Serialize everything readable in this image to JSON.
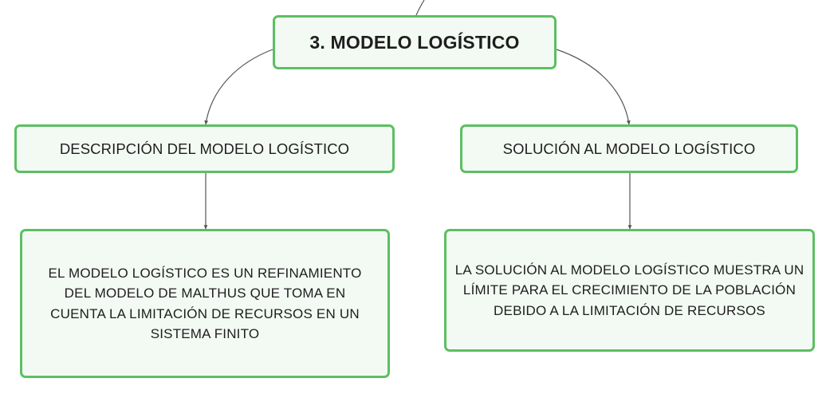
{
  "colors": {
    "node_border": "#5cbf62",
    "node_fill": "#f3faf4",
    "connector": "#555555",
    "text": "#1e1e1e"
  },
  "root": {
    "title": "3. MODELO LOGÍSTICO"
  },
  "branches": [
    {
      "label": "DESCRIPCIÓN DEL MODELO LOGÍSTICO",
      "detail": "EL MODELO LOGÍSTICO ES UN REFINAMIENTO DEL MODELO DE MALTHUS QUE TOMA EN CUENTA LA LIMITACIÓN DE RECURSOS EN UN SISTEMA FINITO"
    },
    {
      "label": "SOLUCIÓN AL MODELO LOGÍSTICO",
      "detail": "LA SOLUCIÓN AL MODELO LOGÍSTICO MUESTRA UN LÍMITE PARA EL CRECIMIENTO DE LA POBLACIÓN DEBIDO A LA LIMITACIÓN DE RECURSOS"
    }
  ]
}
